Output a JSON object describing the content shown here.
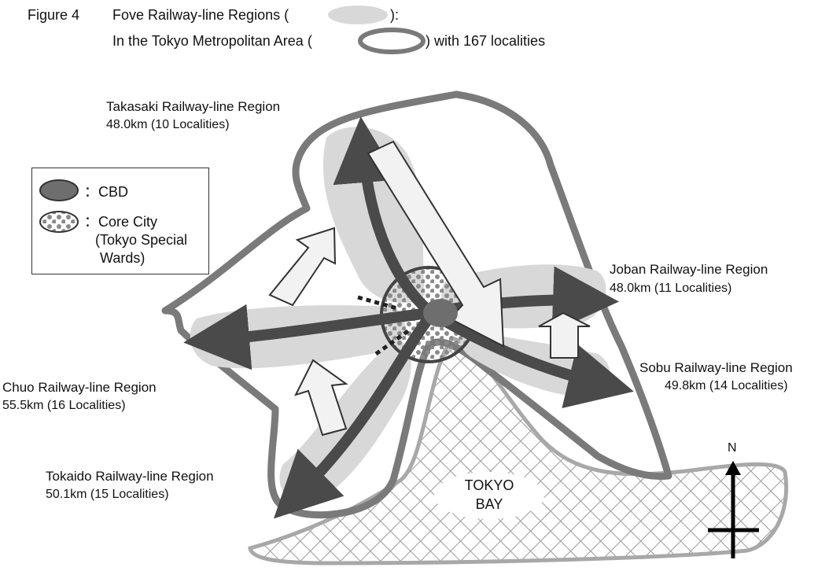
{
  "header": {
    "figure_label": "Figure 4",
    "line1_text": "Fove Railway-line Regions (",
    "line1_end": "):",
    "line2_text": "In the Tokyo Metropolitan Area (",
    "line2_end": ") with 167 localities"
  },
  "legend": {
    "cbd_label": "：CBD",
    "core_city_label": "：Core City",
    "core_city_line2": "(Tokyo Special",
    "core_city_line3": "Wards)"
  },
  "regions": {
    "takasaki": {
      "name": "Takasaki Railway-line Region",
      "detail": "48.0km (10 Localities)"
    },
    "joban": {
      "name": "Joban Railway-line Region",
      "detail": "48.0km (11 Localities)"
    },
    "sobu": {
      "name": "Sobu Railway-line Region",
      "detail": "49.8km (14 Localities)"
    },
    "chuo": {
      "name": "Chuo Railway-line Region",
      "detail": "55.5km (16 Localities)"
    },
    "tokaido": {
      "name": "Tokaido Railway-line Region",
      "detail": "50.1km (15 Localities)"
    }
  },
  "bay": {
    "line1": "TOKYO",
    "line2": "BAY"
  },
  "compass": {
    "north_label": "N"
  },
  "colors": {
    "boundary": "#7a7a7a",
    "region_fill": "#d8d8d8",
    "arrow_dark": "#4a4a4a",
    "arrow_light": "#f2f2f2",
    "cbd": "#6e6e6e",
    "bay_hatch": "#9a9a9a"
  }
}
